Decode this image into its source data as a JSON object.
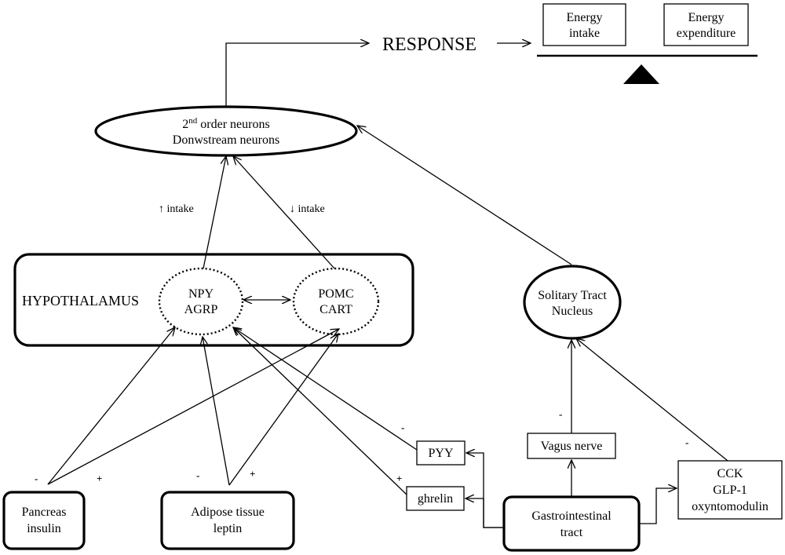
{
  "title": "RESPONSE",
  "balance": {
    "left": [
      "Energy",
      "intake"
    ],
    "right": [
      "Energy",
      "expenditure"
    ]
  },
  "downstream": {
    "line1_main": "2",
    "line1_sup": "nd",
    "line1_rest": " order neurons",
    "line2": "Donwstream neurons"
  },
  "arrows": {
    "up_intake": "↑ intake",
    "down_intake": "↓ intake"
  },
  "hypothalamus": {
    "label": "HYPOTHALAMUS",
    "npy": [
      "NPY",
      "AGRP"
    ],
    "pomc": [
      "POMC",
      "CART"
    ]
  },
  "solitary": [
    "Solitary Tract",
    "Nucleus"
  ],
  "sources": {
    "pancreas": [
      "Pancreas",
      "insulin"
    ],
    "adipose": [
      "Adipose tissue",
      "leptin"
    ],
    "gi": [
      "Gastrointestinal",
      "tract"
    ]
  },
  "hormones": {
    "pyy": "PYY",
    "ghrelin": "ghrelin",
    "vagus": "Vagus nerve",
    "cck": [
      "CCK",
      "GLP-1",
      "oxyntomodulin"
    ]
  },
  "signs": {
    "pancreas_minus": "-",
    "pancreas_plus": "+",
    "adipose_minus": "-",
    "adipose_plus": "+",
    "pyy_minus": "-",
    "ghrelin_plus": "+",
    "vagus_minus": "-",
    "cck_minus": "-"
  }
}
